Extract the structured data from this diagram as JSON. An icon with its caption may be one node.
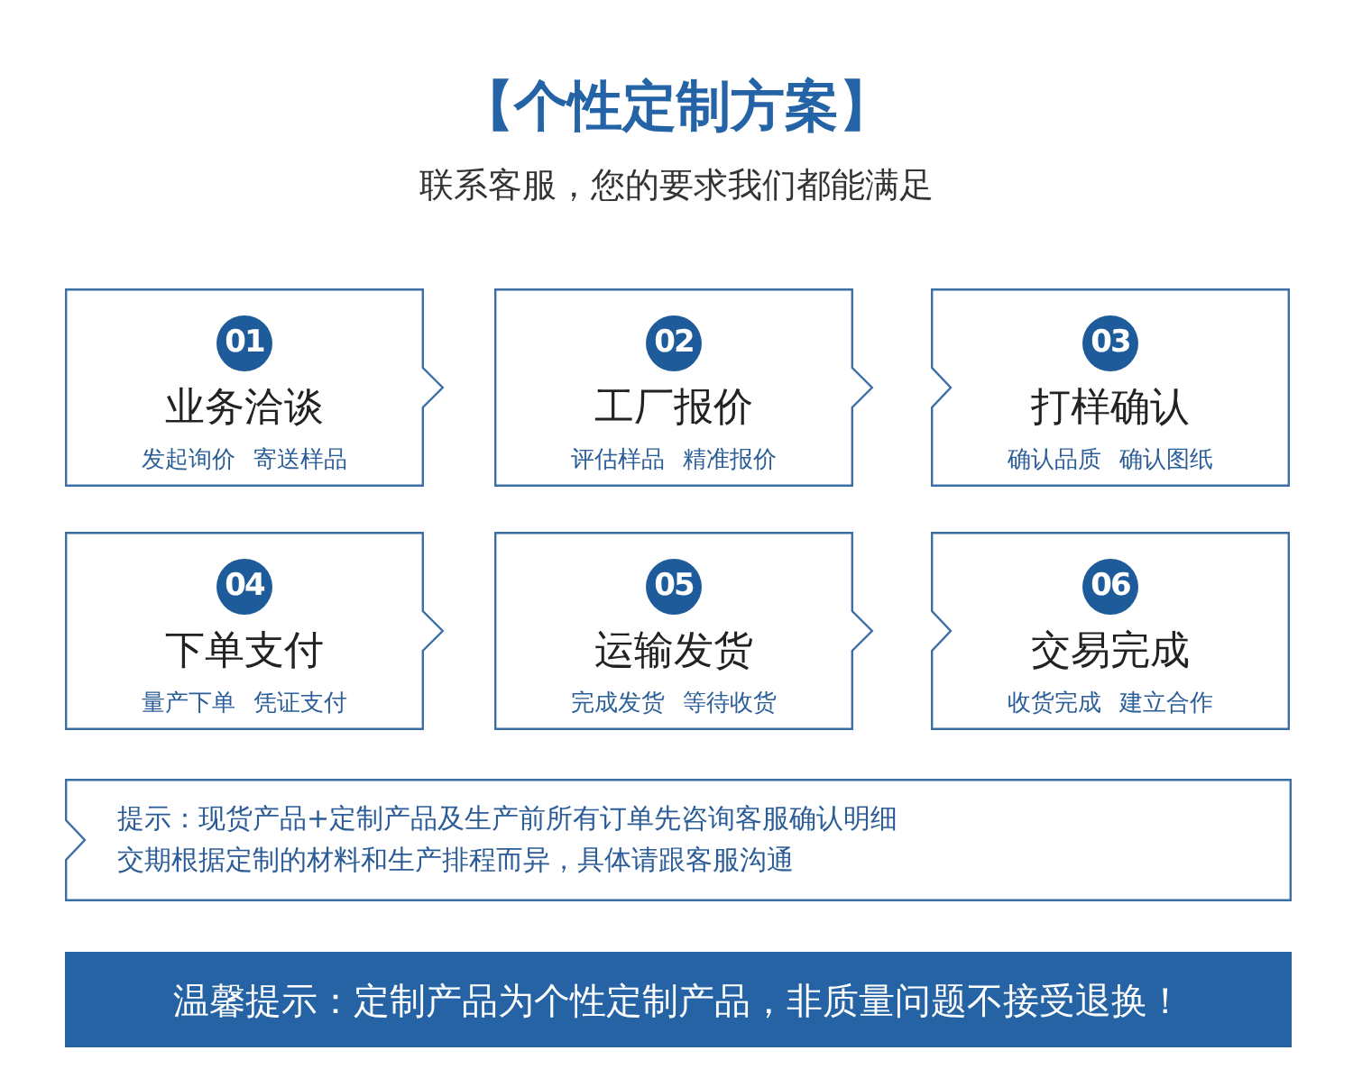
{
  "diagram": {
    "title": "【个性定制方案】",
    "nodes": [
      {
        "text": [
          "业务洽谈",
          "发起询价 寄送样品"
        ]
      },
      {
        "text": [
          "01"
        ],
        "in": 0
      },
      {
        "text": [
          "工厂报价",
          "评估样品 精准报价"
        ]
      },
      {
        "text": [
          "02"
        ],
        "in": 2
      },
      {
        "text": [
          "打样确认",
          "确认品质 确认图纸"
        ]
      },
      {
        "text": [
          "03"
        ],
        "in": 4
      },
      {
        "text": [
          "下单支付",
          "量产下单 凭证支付"
        ]
      },
      {
        "text": [
          "04"
        ],
        "in": 6
      },
      {
        "text": [
          "运输发货",
          "完成发货 等待收货"
        ]
      },
      {
        "text": [
          "05"
        ],
        "in": 8
      },
      {
        "text": [
          "交易完成",
          "收货完成 建立合作"
        ]
      },
      {
        "text": [
          "06"
        ],
        "in": 10
      },
      {
        "text": [
          "提示：现货产品+定制产品及生产前所有订单先咨询客服确认明细",
          "交期根据定制的材料和生产排程而异，具体请跟客服沟通"
        ]
      },
      {
        "text": [
          "温馨提示：定制产品为个性定制产品，非质量问题不接受退换！"
        ]
      }
    ],
    "labels": [
      "联系客服，您的要求我们都能满足"
    ]
  }
}
